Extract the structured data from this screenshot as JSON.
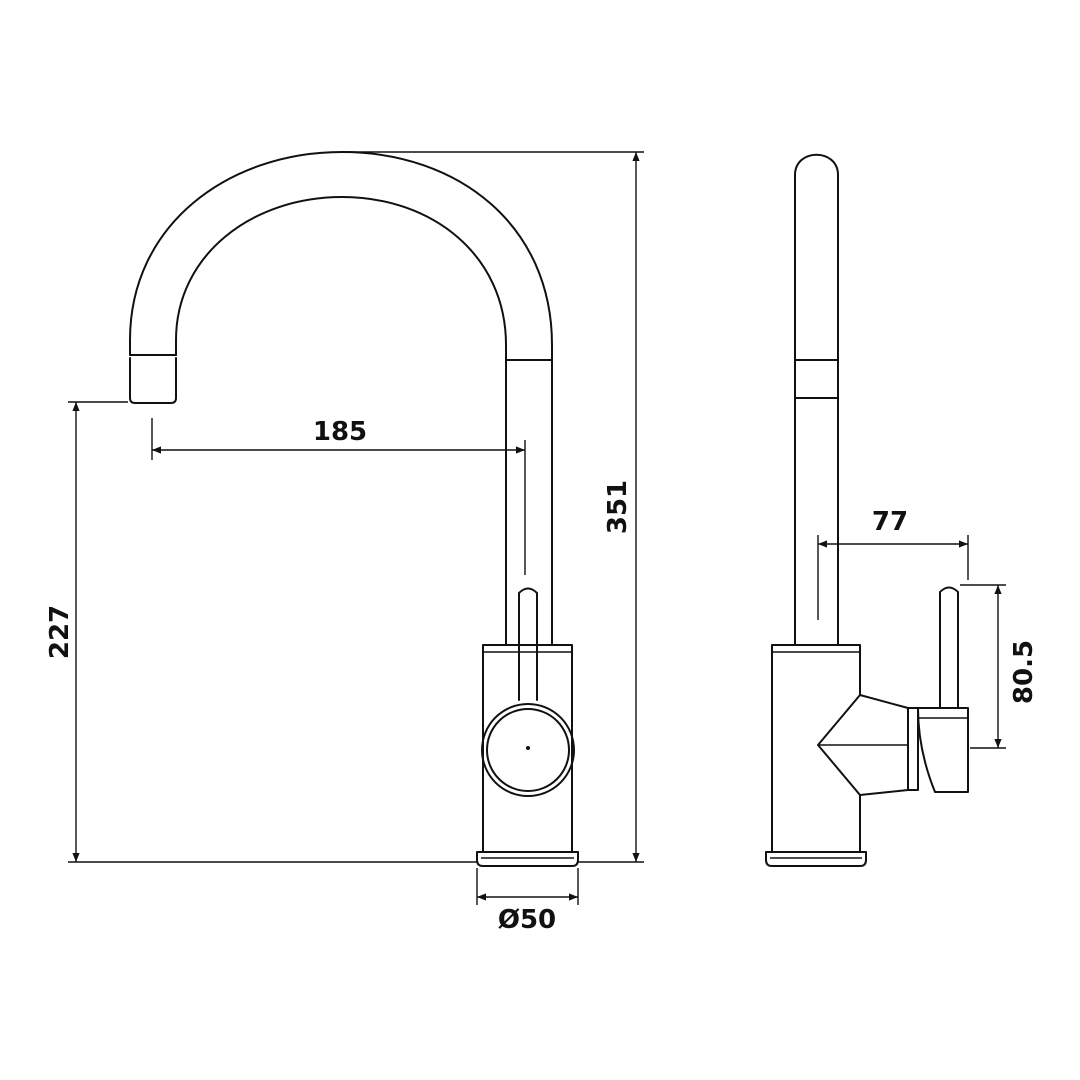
{
  "drawing": {
    "line_color": "#111111",
    "background": "#ffffff"
  },
  "dimensions": {
    "spout_reach": "185",
    "spout_height": "227",
    "total_height": "351",
    "base_diameter": "Ø50",
    "side_depth": "77",
    "lever_height": "80.5"
  }
}
